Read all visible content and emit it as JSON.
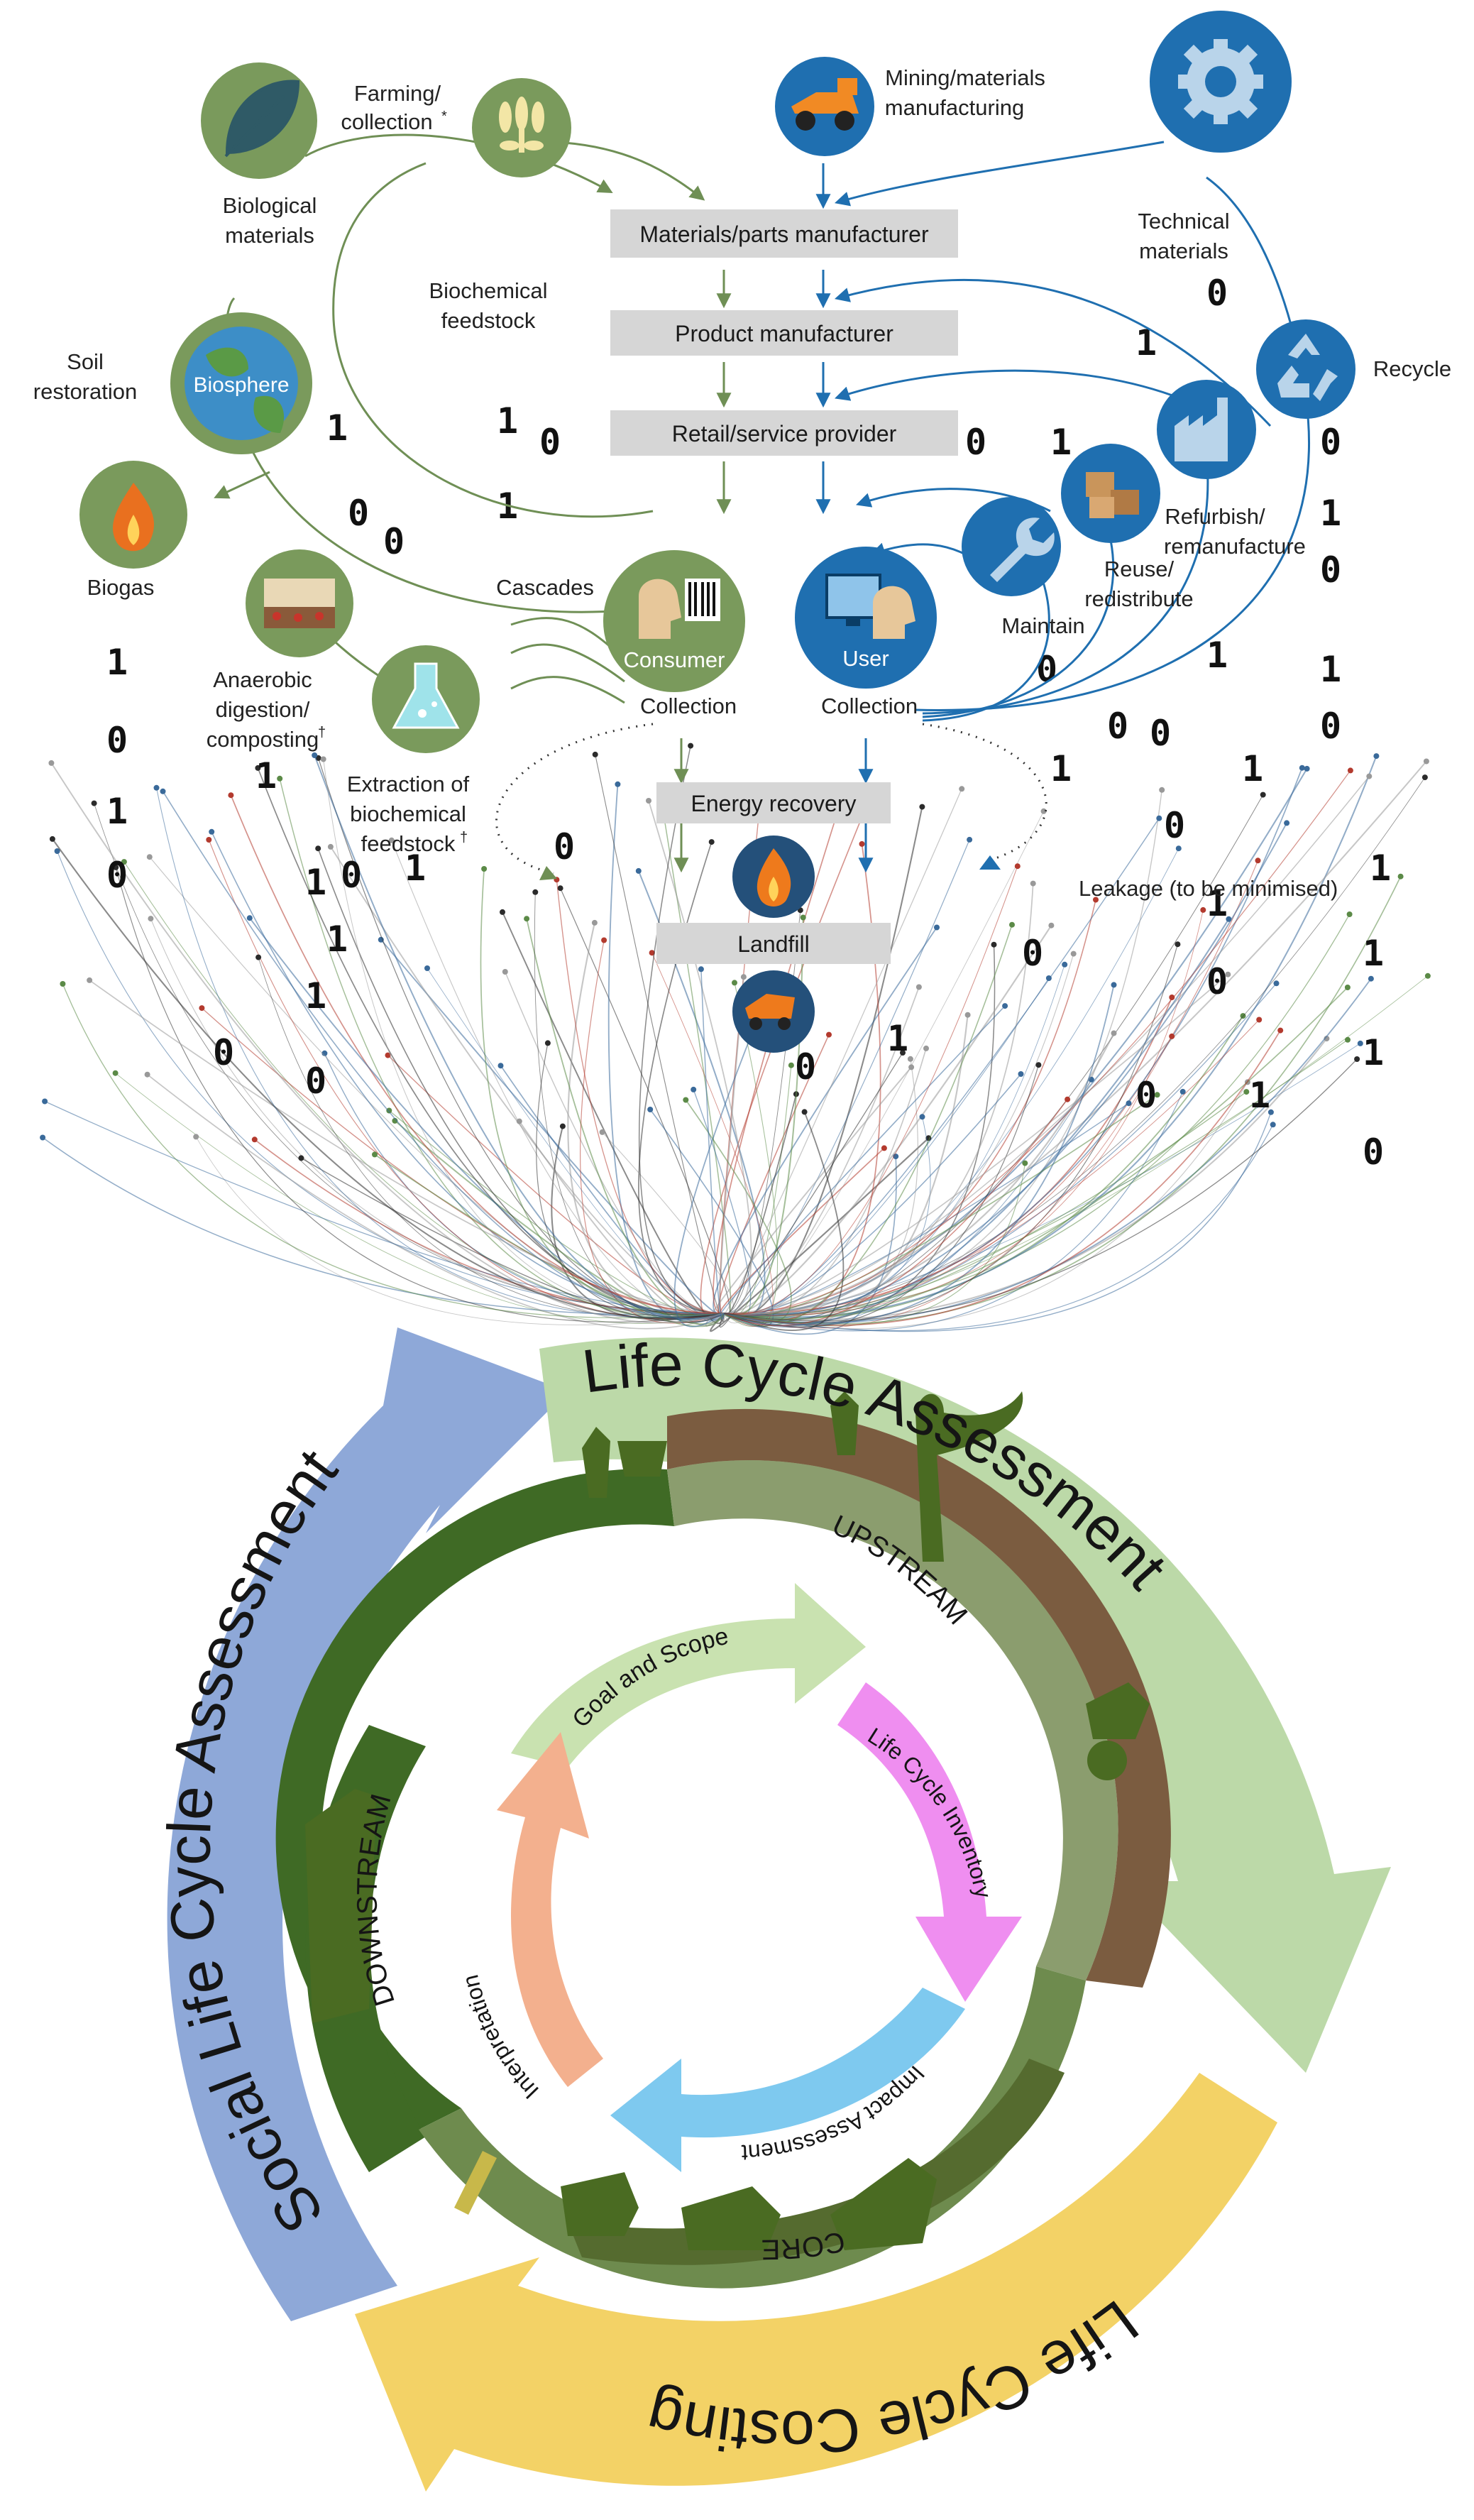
{
  "colors": {
    "bio_green": "#7a9a5c",
    "tech_blue": "#1f6fb0",
    "box_gray": "#d6d6d6",
    "lca_green": "#bcd9a8",
    "slca_blue": "#8ea8d8",
    "lcc_yellow": "#f3d266",
    "downstream_green": "#3f6a25",
    "upstream_brown": "#7b5c40",
    "core_ring": "#6e8b4e",
    "goal_green": "#c9e2b0",
    "inventory_pink": "#ef8ef0",
    "impact_blue": "#7ec9ef",
    "interp_orange": "#f3b08e"
  },
  "flow": {
    "boxes": [
      "Materials/parts manufacturer",
      "Product manufacturer",
      "Retail/service provider",
      "Energy recovery",
      "Landfill"
    ],
    "bio_labels": {
      "farming": "Farming/",
      "collection": "collection",
      "farming_mark": "*",
      "biological1": "Biological",
      "biological2": "materials",
      "biochemical1": "Biochemical",
      "biochemical2": "feedstock",
      "soil1": "Soil",
      "soil2": "restoration",
      "biosphere": "Biosphere",
      "biogas": "Biogas",
      "cascades": "Cascades",
      "anaerobic1": "Anaerobic",
      "anaerobic2": "digestion/",
      "anaerobic3": "composting",
      "dagger": "†",
      "extraction1": "Extraction of",
      "extraction2": "biochemical",
      "extraction3": "feedstock",
      "consumer": "Consumer",
      "collection_bio": "Collection"
    },
    "tech_labels": {
      "mining1": "Mining/materials",
      "mining2": "manufacturing",
      "technical1": "Technical",
      "technical2": "materials",
      "recycle": "Recycle",
      "refurbish1": "Refurbish/",
      "refurbish2": "remanufacture",
      "reuse1": "Reuse/",
      "reuse2": "redistribute",
      "maintain": "Maintain",
      "user": "User",
      "collection_tech": "Collection"
    },
    "leakage": "Leakage (to be minimised)",
    "binary_glyphs": [
      "0",
      "1"
    ]
  },
  "lifecycle": {
    "lca": "Life Cycle Assessment",
    "slca": "Social Life Cycle Assessment",
    "lcc": "Life Cycle Costing",
    "upstream": "UPSTREAM",
    "downstream": "DOWNSTREAM",
    "core": "CORE",
    "goal": "Goal and Scope",
    "inventory": "Life Cycle Inventory",
    "impact": "Impact Assessment",
    "interpretation": "Interpretation"
  }
}
